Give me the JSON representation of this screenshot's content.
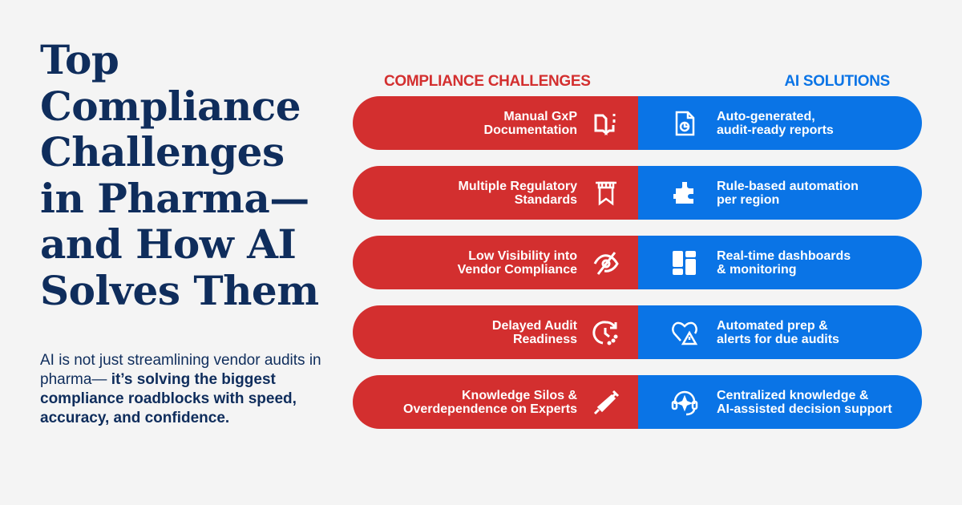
{
  "title_lines": [
    "Top",
    "Compliance",
    "Challenges",
    "in Pharma—",
    "and How AI",
    "Solves Them"
  ],
  "intro": {
    "plain": "AI is not just streamlining vendor audits in pharma— ",
    "bold": "it’s solving the biggest compliance roadblocks with speed, accuracy, and confidence."
  },
  "headers": {
    "challenges": "COMPLIANCE CHALLENGES",
    "solutions": "AI SOLUTIONS"
  },
  "colors": {
    "challenge": "#d32f2f",
    "solution": "#0a74e6",
    "title": "#0f2d5c",
    "background": "#f4f4f4"
  },
  "rows": [
    {
      "challenge": "Manual GxP\nDocumentation",
      "challenge_icon": "book-info-icon",
      "solution": "Auto-generated,\naudit-ready reports",
      "solution_icon": "report-chart-icon"
    },
    {
      "challenge": "Multiple Regulatory\nStandards",
      "challenge_icon": "banner-standard-icon",
      "solution": "Rule-based automation\nper region",
      "solution_icon": "puzzle-automation-icon"
    },
    {
      "challenge": "Low Visibility into\nVendor Compliance",
      "challenge_icon": "eye-slash-icon",
      "solution": "Real-time dashboards\n& monitoring",
      "solution_icon": "dashboard-icon"
    },
    {
      "challenge": "Delayed Audit\nReadiness",
      "challenge_icon": "clock-delay-icon",
      "solution": "Automated prep &\nalerts for due audits",
      "solution_icon": "heart-alert-icon"
    },
    {
      "challenge": "Knowledge Silos &\nOverdependence on Experts",
      "challenge_icon": "syringe-icon",
      "solution": "Centralized knowledge &\nAI-assisted decision support",
      "solution_icon": "headset-sparkle-icon"
    }
  ]
}
